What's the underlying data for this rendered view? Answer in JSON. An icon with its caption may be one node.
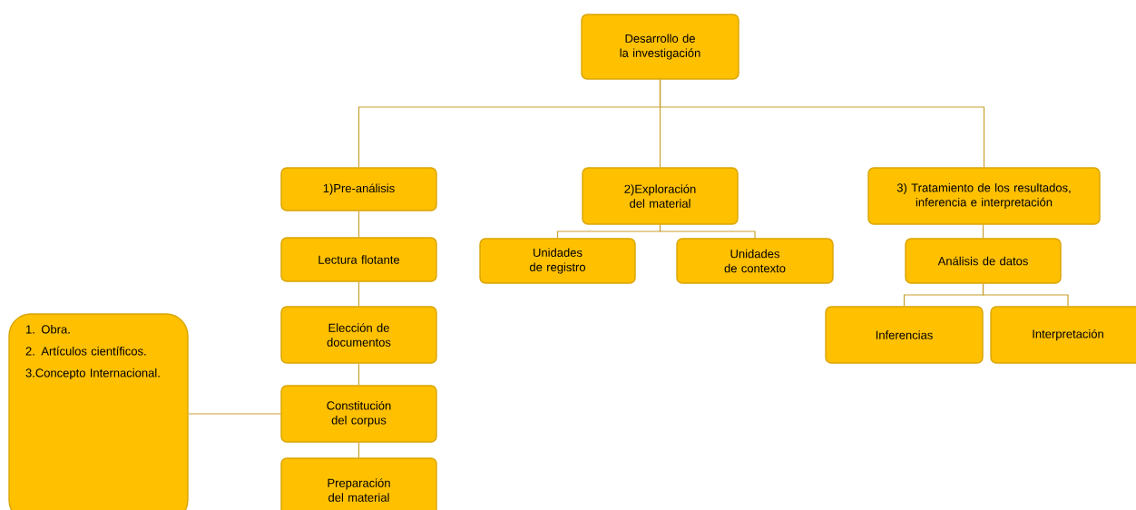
{
  "diagram": {
    "nodes": [
      {
        "text": [
          "Desarrollo de la investigación"
        ]
      },
      {
        "text": [
          "1)Pre-análisis"
        ]
      },
      {
        "text": [
          "2)Exploración del material"
        ]
      },
      {
        "text": [
          "3) Tratamiento de los resultados, inferencia e interpretación"
        ]
      },
      {
        "text": [
          "Lectura flotante"
        ]
      },
      {
        "text": [
          "Elección de documentos"
        ]
      },
      {
        "text": [
          "Constitución del corpus"
        ]
      },
      {
        "text": [
          "Preparación del material"
        ]
      },
      {
        "text": [
          "Unidades de registro"
        ]
      },
      {
        "text": [
          "Unidades de contexto"
        ]
      },
      {
        "text": [
          "Análisis de datos"
        ]
      },
      {
        "text": [
          "Inferencias"
        ]
      },
      {
        "text": [
          "Interpretación"
        ]
      },
      {
        "text": [
          "1. Obra.",
          "2. Artículos científicos.",
          "3.Concepto Internacional."
        ]
      }
    ],
    "edges": [
      {
        "from": 0,
        "to": 1,
        "arrow": "none"
      },
      {
        "from": 0,
        "to": 2,
        "arrow": "none"
      },
      {
        "from": 0,
        "to": 3,
        "arrow": "none"
      },
      {
        "from": 1,
        "to": 4,
        "arrow": "none"
      },
      {
        "from": 4,
        "to": 5,
        "arrow": "none"
      },
      {
        "from": 5,
        "to": 6,
        "arrow": "none"
      },
      {
        "from": 6,
        "to": 7,
        "arrow": "none"
      },
      {
        "from": 2,
        "to": 8,
        "arrow": "none"
      },
      {
        "from": 2,
        "to": 9,
        "arrow": "none"
      },
      {
        "from": 3,
        "to": 10,
        "arrow": "none"
      },
      {
        "from": 10,
        "to": 11,
        "arrow": "none"
      },
      {
        "from": 10,
        "to": 12,
        "arrow": "none"
      },
      {
        "from": 13,
        "to": 6,
        "arrow": "none"
      }
    ]
  }
}
